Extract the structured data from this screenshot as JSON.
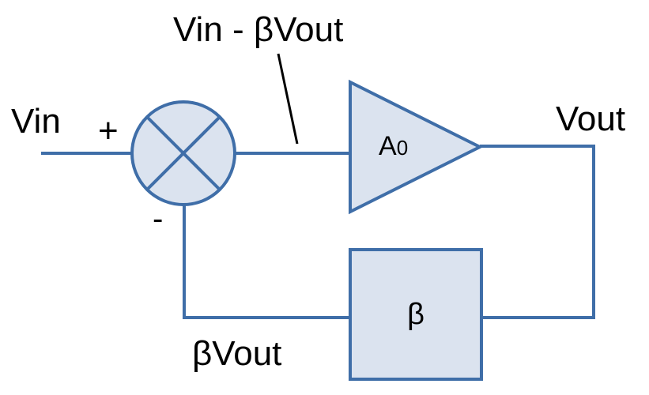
{
  "labels": {
    "vin": "Vin",
    "plus": "+",
    "minus": "-",
    "error_signal": "Vin - βVout",
    "vout": "Vout",
    "feedback_signal": "βVout"
  },
  "blocks": {
    "amplifier_base": "A",
    "amplifier_subscript": "0",
    "feedback": "β"
  },
  "colors": {
    "line": "#3f6ea8",
    "block_fill": "#dbe3ef",
    "text": "#000000"
  }
}
